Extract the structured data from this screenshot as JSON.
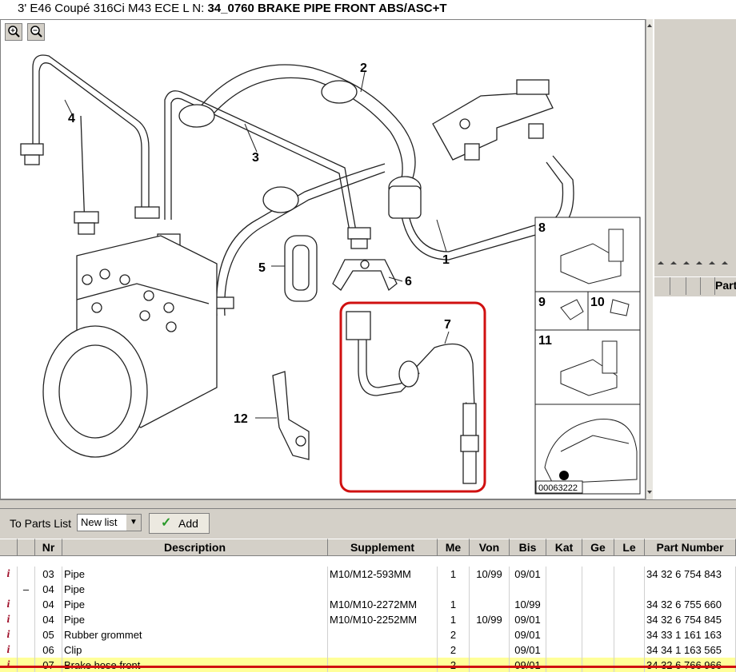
{
  "title": {
    "prefix": "3' E46 Coupé 316Ci M43 ECE  L N:",
    "group": "34_0760 BRAKE PIPE FRONT ABS/ASC+T"
  },
  "diagram": {
    "callouts": [
      "1",
      "2",
      "3",
      "4",
      "5",
      "6",
      "7",
      "8",
      "9",
      "10",
      "11",
      "12"
    ],
    "image_code": "00063222",
    "zoom_in_icon": "zoom-in-icon",
    "zoom_out_icon": "zoom-out-icon"
  },
  "right_panel": {
    "header_label": "Part"
  },
  "toolbar": {
    "to_parts_list_label": "To Parts List",
    "list_select_value": "New list",
    "add_label": "Add"
  },
  "table": {
    "columns": [
      "Nr",
      "Description",
      "Supplement",
      "Me",
      "Von",
      "Bis",
      "Kat",
      "Ge",
      "Le",
      "Part Number"
    ],
    "rows": [
      {
        "info": "i",
        "tree": "",
        "nr": "03",
        "desc": "Pipe",
        "supp": "M10/M12-593MM",
        "me": "1",
        "von": "10/99",
        "bis": "09/01",
        "part": "34 32 6 754 843",
        "hl": false
      },
      {
        "info": "",
        "tree": "–",
        "nr": "04",
        "desc": "Pipe",
        "supp": "",
        "me": "",
        "von": "",
        "bis": "",
        "part": "",
        "hl": false
      },
      {
        "info": "i",
        "tree": "",
        "nr": "04",
        "desc": "Pipe",
        "supp": "M10/M10-2272MM",
        "me": "1",
        "von": "",
        "bis": "10/99",
        "part": "34 32 6 755 660",
        "hl": false
      },
      {
        "info": "i",
        "tree": "",
        "nr": "04",
        "desc": "Pipe",
        "supp": "M10/M10-2252MM",
        "me": "1",
        "von": "10/99",
        "bis": "09/01",
        "part": "34 32 6 754 845",
        "hl": false
      },
      {
        "info": "i",
        "tree": "",
        "nr": "05",
        "desc": "Rubber grommet",
        "supp": "",
        "me": "2",
        "von": "",
        "bis": "09/01",
        "part": "34 33 1 161 163",
        "hl": false
      },
      {
        "info": "i",
        "tree": "",
        "nr": "06",
        "desc": "Clip",
        "supp": "",
        "me": "2",
        "von": "",
        "bis": "09/01",
        "part": "34 34 1 163 565",
        "hl": false
      },
      {
        "info": "i",
        "tree": "",
        "nr": "07",
        "desc": "Brake hose front",
        "supp": "",
        "me": "2",
        "von": "",
        "bis": "09/01",
        "part": "34 32 6 766 966",
        "hl": true
      }
    ]
  },
  "colors": {
    "highlight_row": "#ffff99",
    "selection_frame": "#d01010",
    "info_icon": "#a0102a"
  }
}
